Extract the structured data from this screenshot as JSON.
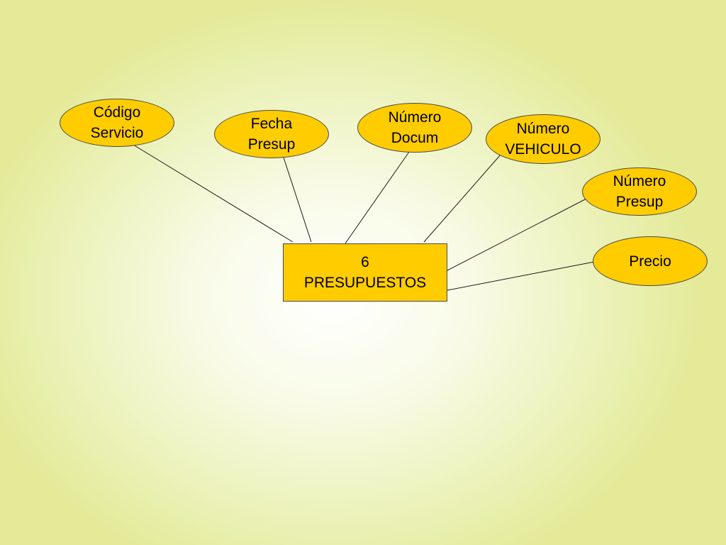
{
  "entity": {
    "label": "6\nPRESUPUESTOS"
  },
  "attributes": [
    {
      "label": "Código\nServicio"
    },
    {
      "label": "Fecha\nPresup"
    },
    {
      "label": "Número\nDocum"
    },
    {
      "label": "Número\nVEHICULO"
    },
    {
      "label": "Número\nPresup"
    },
    {
      "label": "Precio"
    }
  ]
}
